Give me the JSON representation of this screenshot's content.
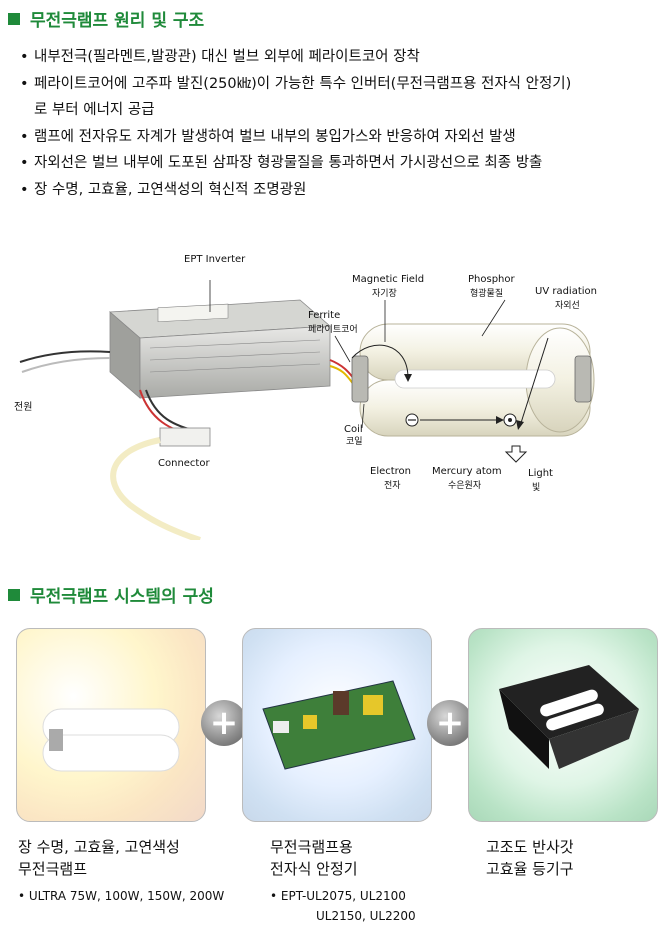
{
  "section1": {
    "title": "무전극램프 원리 및 구조",
    "bullets": [
      {
        "text": "내부전극(필라멘트,발광관) 대신 벌브 외부에 페라이트코어 장착",
        "cont": false
      },
      {
        "text": "페라이트코어에 고주파 발진(250㎑)이 가능한 특수 인버터(무전극램프용 전자식 안정기)",
        "cont": false
      },
      {
        "text": "로 부터 에너지 공급",
        "cont": true
      },
      {
        "text": "램프에 전자유도 자계가 발생하여 벌브 내부의 봉입가스와 반응하여 자외선 발생",
        "cont": false
      },
      {
        "text": "자외선은 벌브 내부에 도포된 삼파장 형광물질을 통과하면서 가시광선으로 최종 방출",
        "cont": false
      },
      {
        "text": "장 수명, 고효율, 고연색성의 혁신적 조명광원",
        "cont": false
      }
    ]
  },
  "diagram": {
    "ept_inverter": "EPT Inverter",
    "magnetic_field_en": "Magnetic Field",
    "magnetic_field_ko": "자기장",
    "phosphor_en": "Phosphor",
    "phosphor_ko": "형광물질",
    "uv_en": "UV radiation",
    "uv_ko": "자외선",
    "ferrite_en": "Ferrite",
    "ferrite_ko": "페라이트코어",
    "power_ko": "전원",
    "coil_en": "Coil",
    "coil_ko": "코일",
    "connector_en": "Connector",
    "electron_en": "Electron",
    "electron_ko": "전자",
    "mercury_en": "Mercury atom",
    "mercury_ko": "수은원자",
    "light_en": "Light",
    "light_ko": "빛"
  },
  "section2": {
    "title": "무전극램프 시스템의 구성",
    "cards": [
      {
        "line1": "장 수명, 고효율, 고연색성",
        "line2": "무전극램프",
        "sub1": "• ULTRA  75W, 100W, 150W, 200W",
        "sub2": ""
      },
      {
        "line1": "무전극램프용",
        "line2": "전자식 안정기",
        "sub1": "• EPT-UL2075, UL2100",
        "sub2": "UL2150, UL2200"
      },
      {
        "line1": "고조도 반사갓",
        "line2": "고효율 등기구",
        "sub1": "",
        "sub2": ""
      }
    ],
    "plus": "+"
  }
}
